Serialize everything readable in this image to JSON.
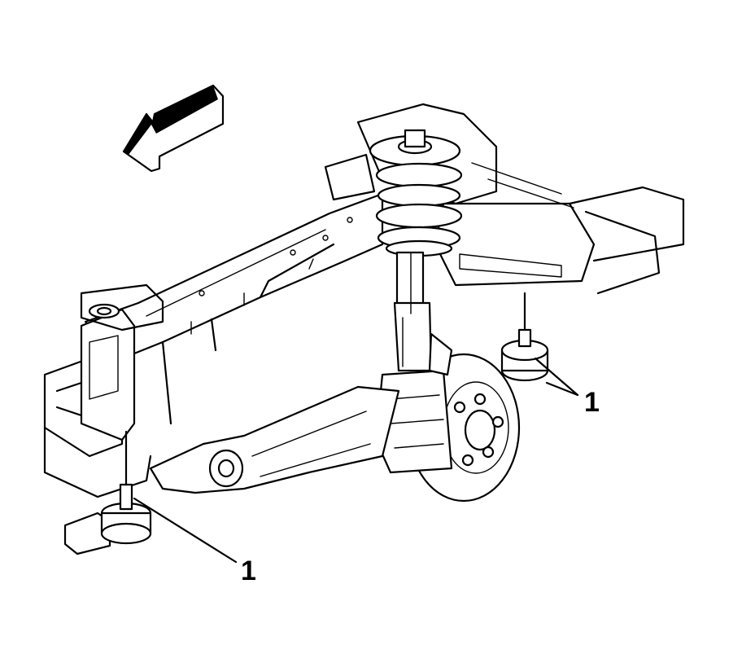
{
  "callouts": [
    {
      "id": "callout-1-lower",
      "label": "1"
    },
    {
      "id": "callout-1-right",
      "label": "1"
    }
  ],
  "colors": {
    "ink": "#000000",
    "paper": "#ffffff"
  },
  "icons": [
    "front-direction-arrow-icon"
  ]
}
